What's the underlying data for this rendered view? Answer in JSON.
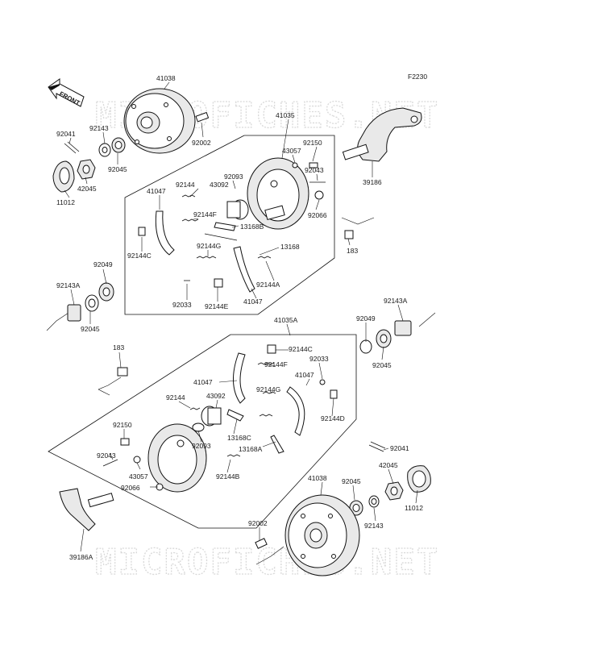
{
  "diagram_id": "F2230",
  "front_label": "FRONT",
  "watermark": "MICROFICHES.NET",
  "part_labels": {
    "p41038_top": "41038",
    "p41035": "41035",
    "p92002_top": "92002",
    "p92041_left": "92041",
    "p92143_top": "92143",
    "p92045_top": "92045",
    "p42045_left": "42045",
    "p11012_left": "11012",
    "p43057_top": "43057",
    "p92150_top": "92150",
    "p92043_top": "92043",
    "p92066_top": "92066",
    "p39186": "39186",
    "p92093_top": "92093",
    "p43092_top": "43092",
    "p92144_top": "92144",
    "p41047_top": "41047",
    "p92144F_top": "92144F",
    "p13168B": "13168B",
    "p183_right": "183",
    "p92144C_top": "92144C",
    "p92144G_top": "92144G",
    "p13168_top": "13168",
    "p92049_left": "92049",
    "p92143A_left": "92143A",
    "p92045_left": "92045",
    "p92033_top": "92033",
    "p92144E": "92144E",
    "p41047_mid": "41047",
    "p92144A": "92144A",
    "p41035A": "41035A",
    "p92049_right": "92049",
    "p92143A_right": "92143A",
    "p92045_right": "92045",
    "p183_left": "183",
    "p92144C_bot": "92144C",
    "p92033_bot": "92033",
    "p92144F_bot": "92144F",
    "p41047_bot_r": "41047",
    "p41047_bot_l": "41047",
    "p92144G_bot": "92144G",
    "p92144_bot": "92144",
    "p43092_bot": "43092",
    "p92144D": "92144D",
    "p92150_bot": "92150",
    "p13168C": "13168C",
    "p92093_bot": "92093",
    "p13168A": "13168A",
    "p92043_bot": "92043",
    "p43057_bot": "43057",
    "p92066_bot": "92066",
    "p92144B": "92144B",
    "p92041_right": "92041",
    "p42045_right": "42045",
    "p41038_bot": "41038",
    "p92045_bot": "92045",
    "p11012_right": "11012",
    "p92143_bot": "92143",
    "p39186A": "39186A",
    "p92002_bot": "92002"
  }
}
